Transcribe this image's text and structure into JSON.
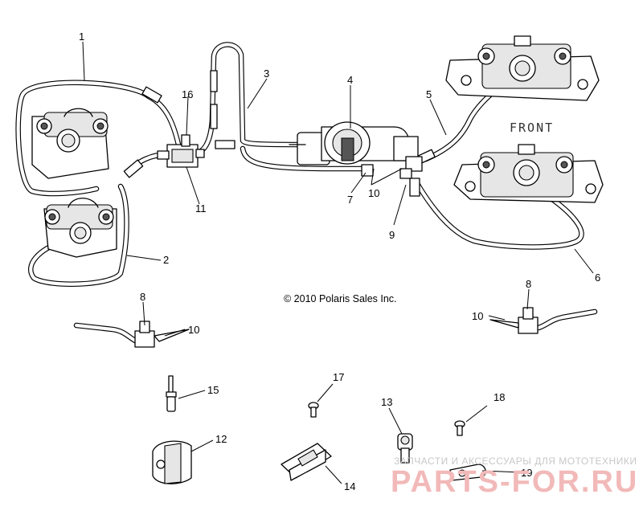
{
  "copyright": "© 2010 Polaris Sales Inc.",
  "front_label": "FRONT",
  "callouts": [
    "1",
    "2",
    "3",
    "4",
    "5",
    "6",
    "7",
    "8",
    "9",
    "10",
    "11",
    "12",
    "13",
    "14",
    "15",
    "16",
    "17",
    "18",
    "19"
  ],
  "watermark": {
    "tagline": "ЗАПЧАСТИ И АКСЕССУАРЫ ДЛЯ МОТОТЕХНИКИ",
    "brand": "PARTS-FOR.RU"
  }
}
